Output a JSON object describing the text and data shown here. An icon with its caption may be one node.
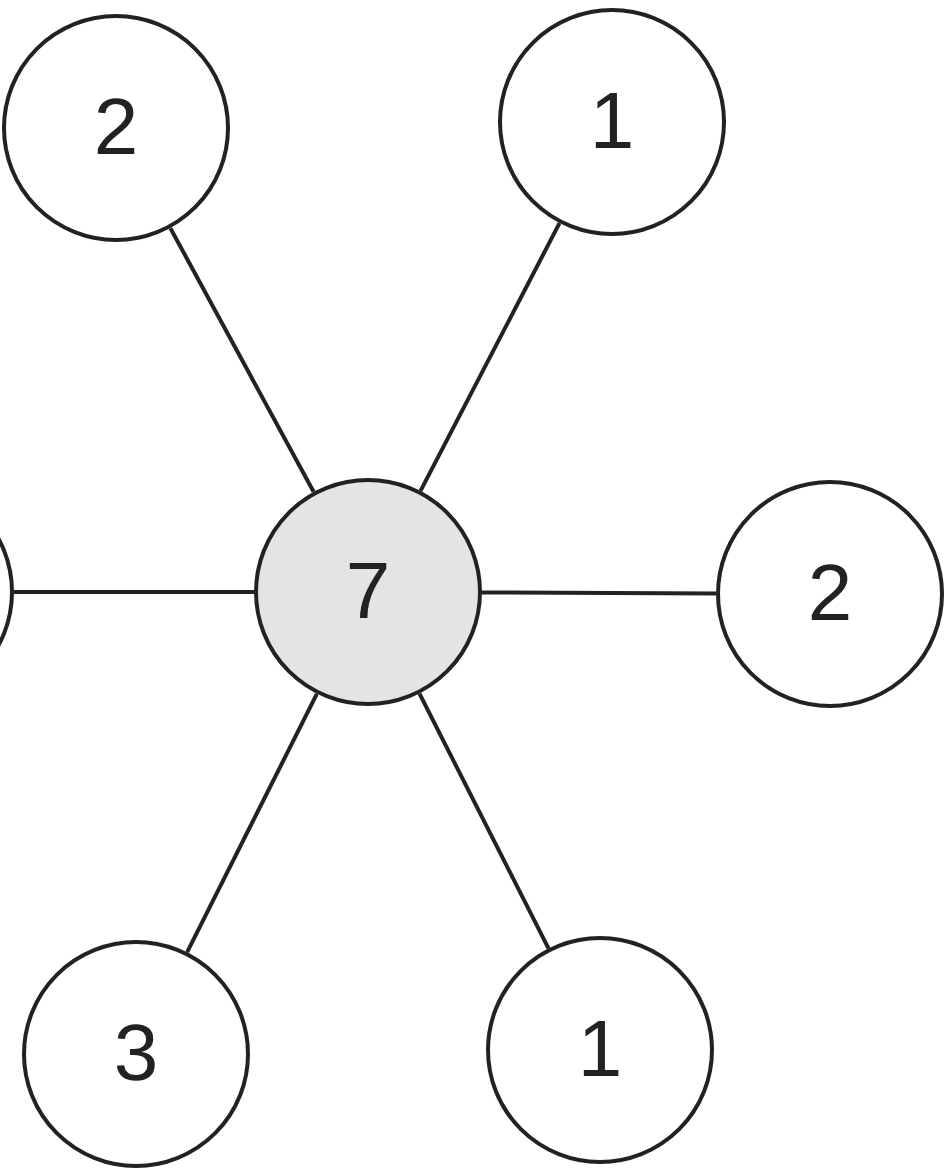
{
  "diagram": {
    "nodes": [
      {
        "text": [
          "2"
        ]
      },
      {
        "text": [
          "1"
        ]
      },
      {
        "text": [],
        "shape": "circle"
      },
      {
        "text": [
          "7"
        ]
      },
      {
        "text": [
          "2"
        ]
      },
      {
        "text": [
          "3"
        ]
      },
      {
        "text": [
          "1"
        ]
      }
    ],
    "edges": [
      {
        "from": 3,
        "to": 0,
        "arrow": "none"
      },
      {
        "from": 3,
        "to": 1,
        "arrow": "none"
      },
      {
        "from": 3,
        "to": 2,
        "arrow": "none"
      },
      {
        "from": 3,
        "to": 4,
        "arrow": "none"
      },
      {
        "from": 3,
        "to": 5,
        "arrow": "none"
      },
      {
        "from": 3,
        "to": 6,
        "arrow": "none"
      }
    ]
  }
}
